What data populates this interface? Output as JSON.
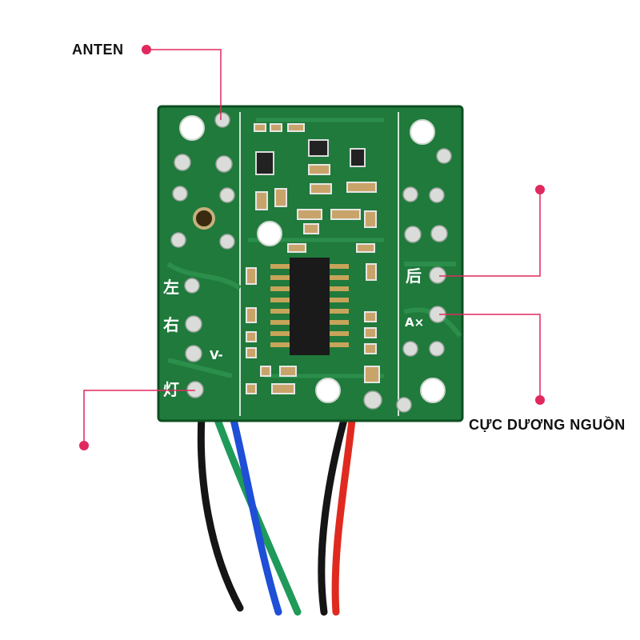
{
  "callouts": {
    "anten": "ANTEN",
    "cuc_duong_nguon": "CỰC DƯƠNG NGUỒN"
  },
  "board_markings": {
    "left": "左",
    "right": "右",
    "v_minus": "V-",
    "light": "灯",
    "back": "后",
    "a_x": "A×"
  },
  "colors": {
    "background": "#ffffff",
    "pcb": "#1f7a3c",
    "callout": "#e0295e",
    "wire_black": "#151515",
    "wire_blue": "#1e4fd6",
    "wire_green": "#1f9a5a",
    "wire_red": "#e02a20"
  }
}
